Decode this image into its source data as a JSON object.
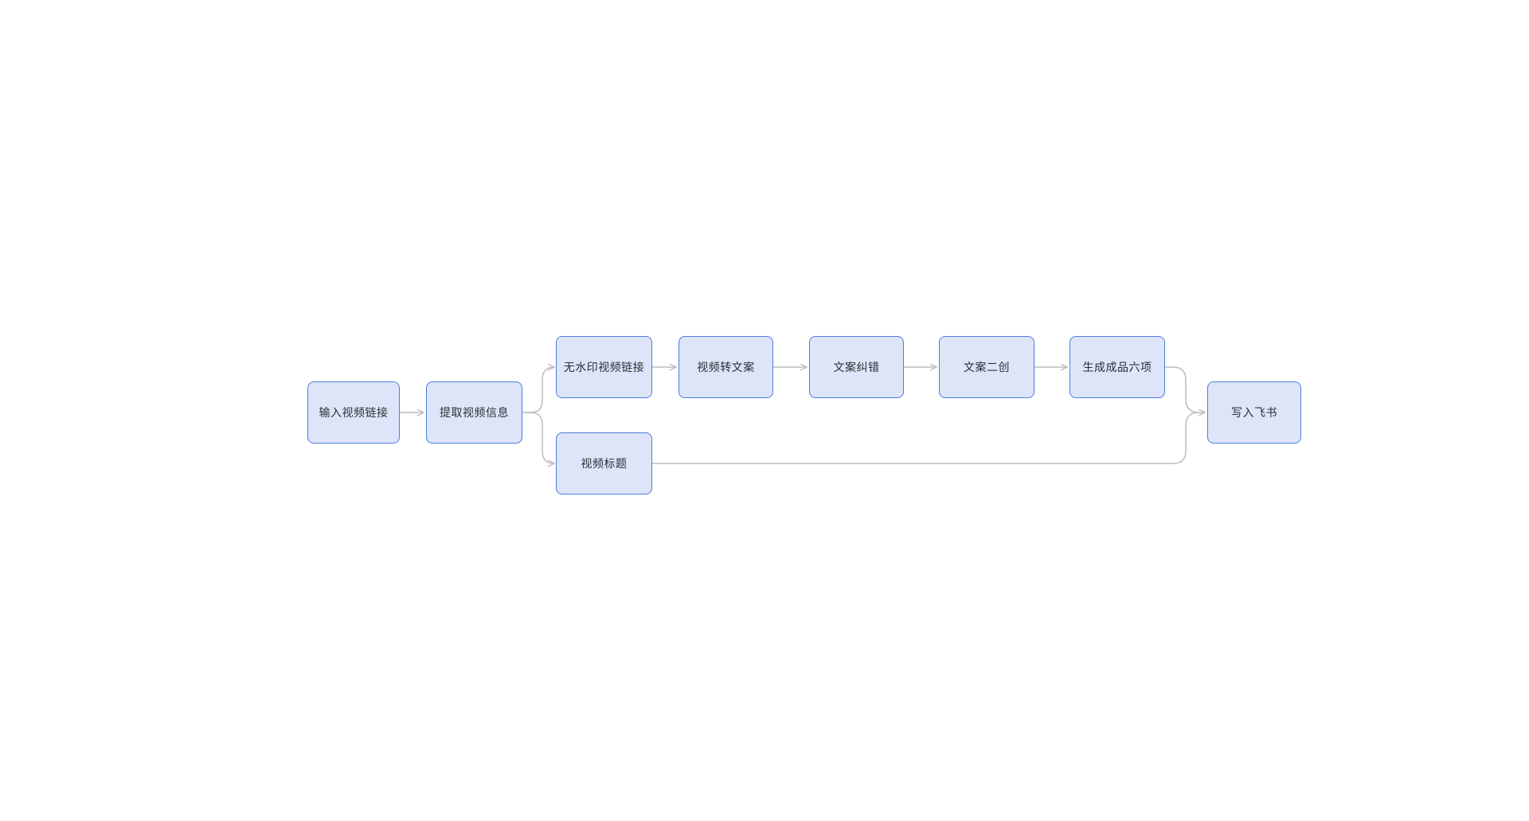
{
  "diagram": {
    "kind": "flowchart",
    "background_color": "#ffffff",
    "node_fill_color": "#dee5f8",
    "node_border_color": "#4c7ce0",
    "node_text_color": "#2a2e35",
    "connector_color": "#bdbdbd",
    "nodes": [
      {
        "id": "input-video-link",
        "label": "输入视频链接"
      },
      {
        "id": "extract-video-info",
        "label": "提取视频信息"
      },
      {
        "id": "no-watermark-video-link",
        "label": "无水印视频链接"
      },
      {
        "id": "video-to-script",
        "label": "视频转文案"
      },
      {
        "id": "script-proofread",
        "label": "文案纠错"
      },
      {
        "id": "script-rewrite",
        "label": "文案二创"
      },
      {
        "id": "generate-six-outputs",
        "label": "生成成品六项"
      },
      {
        "id": "video-title",
        "label": "视频标题"
      },
      {
        "id": "write-to-feishu",
        "label": "写入飞书"
      }
    ],
    "edges": [
      {
        "from": "input-video-link",
        "to": "extract-video-info"
      },
      {
        "from": "extract-video-info",
        "to": "no-watermark-video-link"
      },
      {
        "from": "extract-video-info",
        "to": "video-title"
      },
      {
        "from": "no-watermark-video-link",
        "to": "video-to-script"
      },
      {
        "from": "video-to-script",
        "to": "script-proofread"
      },
      {
        "from": "script-proofread",
        "to": "script-rewrite"
      },
      {
        "from": "script-rewrite",
        "to": "generate-six-outputs"
      },
      {
        "from": "generate-six-outputs",
        "to": "write-to-feishu"
      },
      {
        "from": "video-title",
        "to": "write-to-feishu"
      }
    ]
  }
}
